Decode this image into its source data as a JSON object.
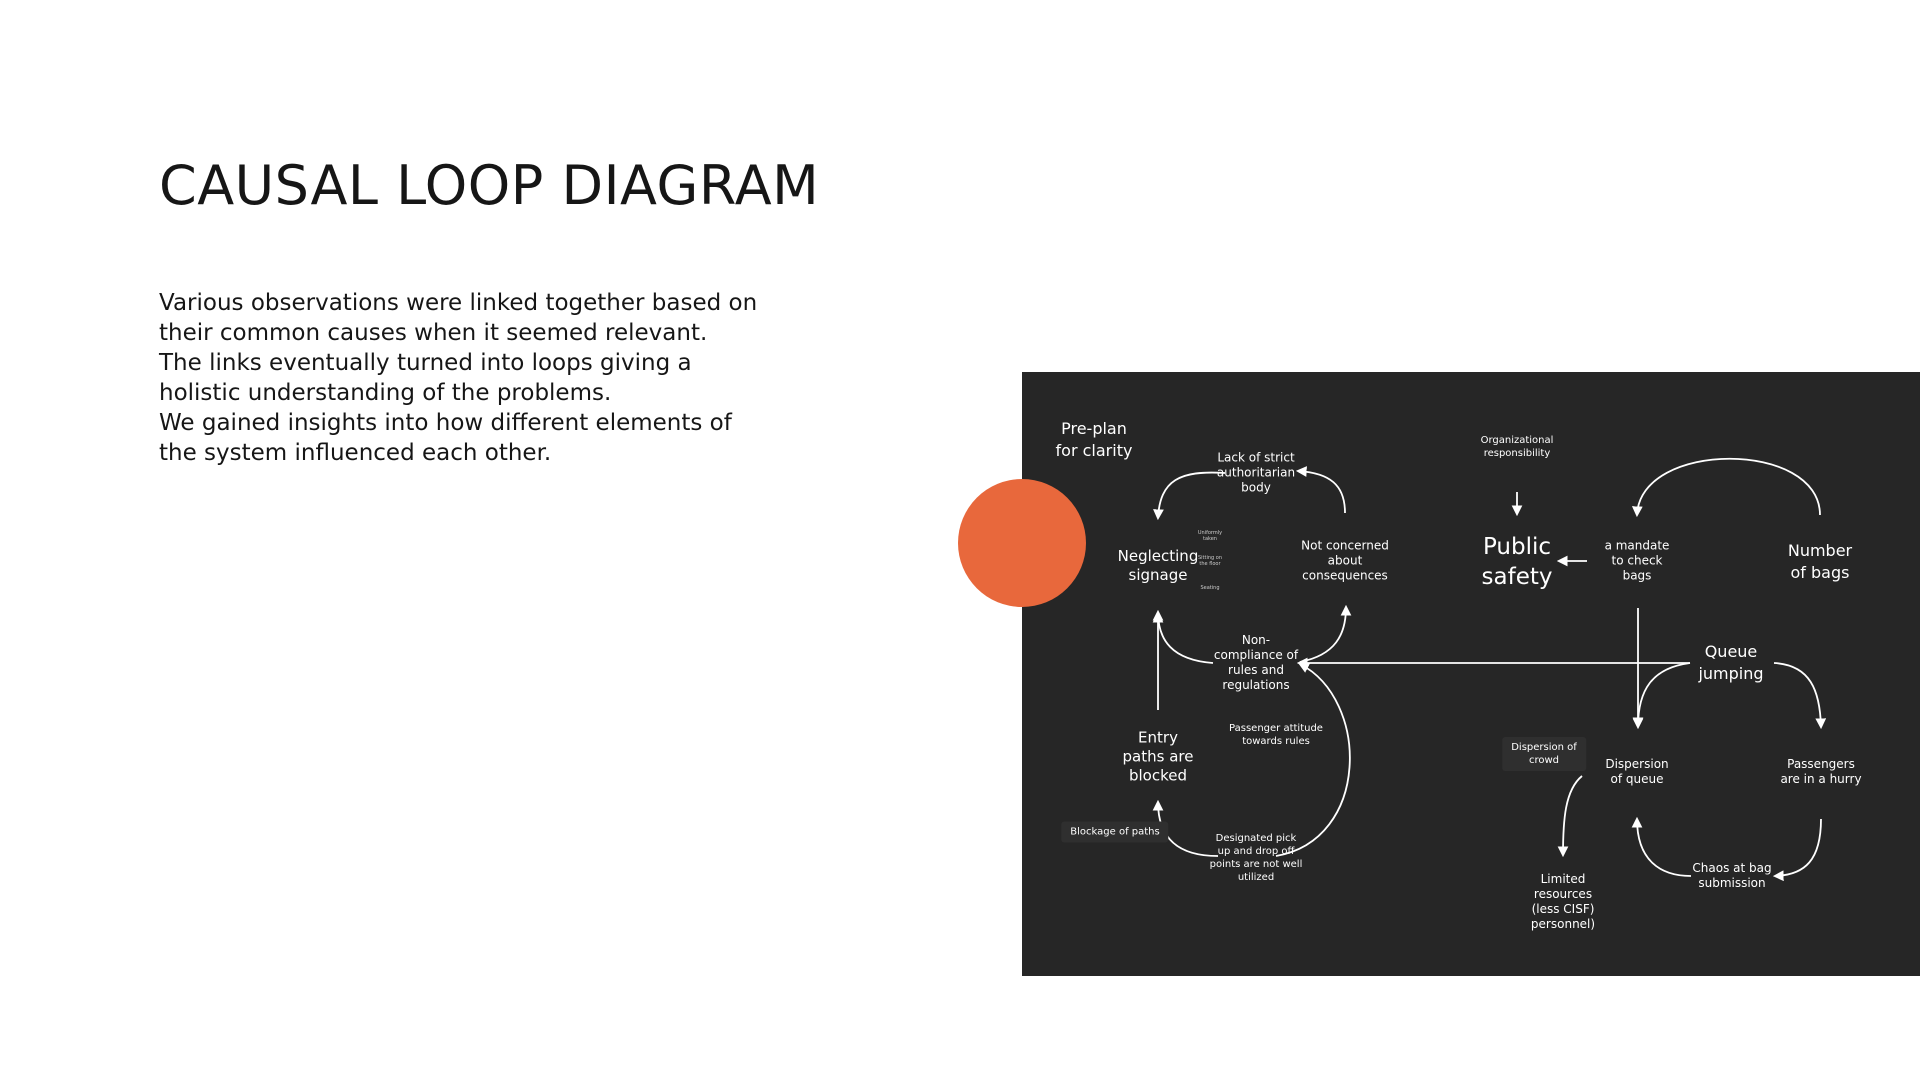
{
  "title": "CAUSAL LOOP DIAGRAM",
  "description": [
    "Various observations were linked together based on",
    "their common causes when it seemed relevant.",
    "The links eventually turned into loops giving a",
    "holistic understanding of the problems.",
    "We gained insights into how different elements of",
    "the system influenced each other."
  ],
  "colors": {
    "panel": "#262626",
    "accent": "#e8683c",
    "text": "#161616",
    "diagram_text": "#ffffff"
  },
  "diagram": {
    "nodes": {
      "preplan": "Pre-plan\nfor clarity",
      "lack_authority": "Lack of strict\nauthoritarian\nbody",
      "neglecting_signage": "Neglecting\nsignage",
      "not_concerned": "Not concerned\nabout\nconsequences",
      "uniformly_taken": "Uniformly\ntaken",
      "sitting_floor": "Sitting on\nthe floor",
      "seating": "Seating",
      "non_compliance": "Non-\ncompliance of\nrules and\nregulations",
      "passenger_attitude": "Passenger attitude\ntowards rules",
      "entry_paths": "Entry\npaths are\nblocked",
      "blockage_paths": "Blockage of paths",
      "pickup_dropoff": "Designated pick\nup and drop off\npoints are not well\nutilized",
      "org_responsibility": "Organizational\nresponsibility",
      "public_safety": "Public\nsafety",
      "mandate_bags": "a mandate\nto check\nbags",
      "number_bags": "Number\nof bags",
      "queue_jumping": "Queue\njumping",
      "dispersion_crowd": "Dispersion of\ncrowd",
      "dispersion_queue": "Dispersion\nof queue",
      "passengers_hurry": "Passengers\nare in a hurry",
      "limited_resources": "Limited\nresources\n(less CISF)\npersonnel)",
      "chaos_bag": "Chaos at bag\nsubmission"
    }
  }
}
